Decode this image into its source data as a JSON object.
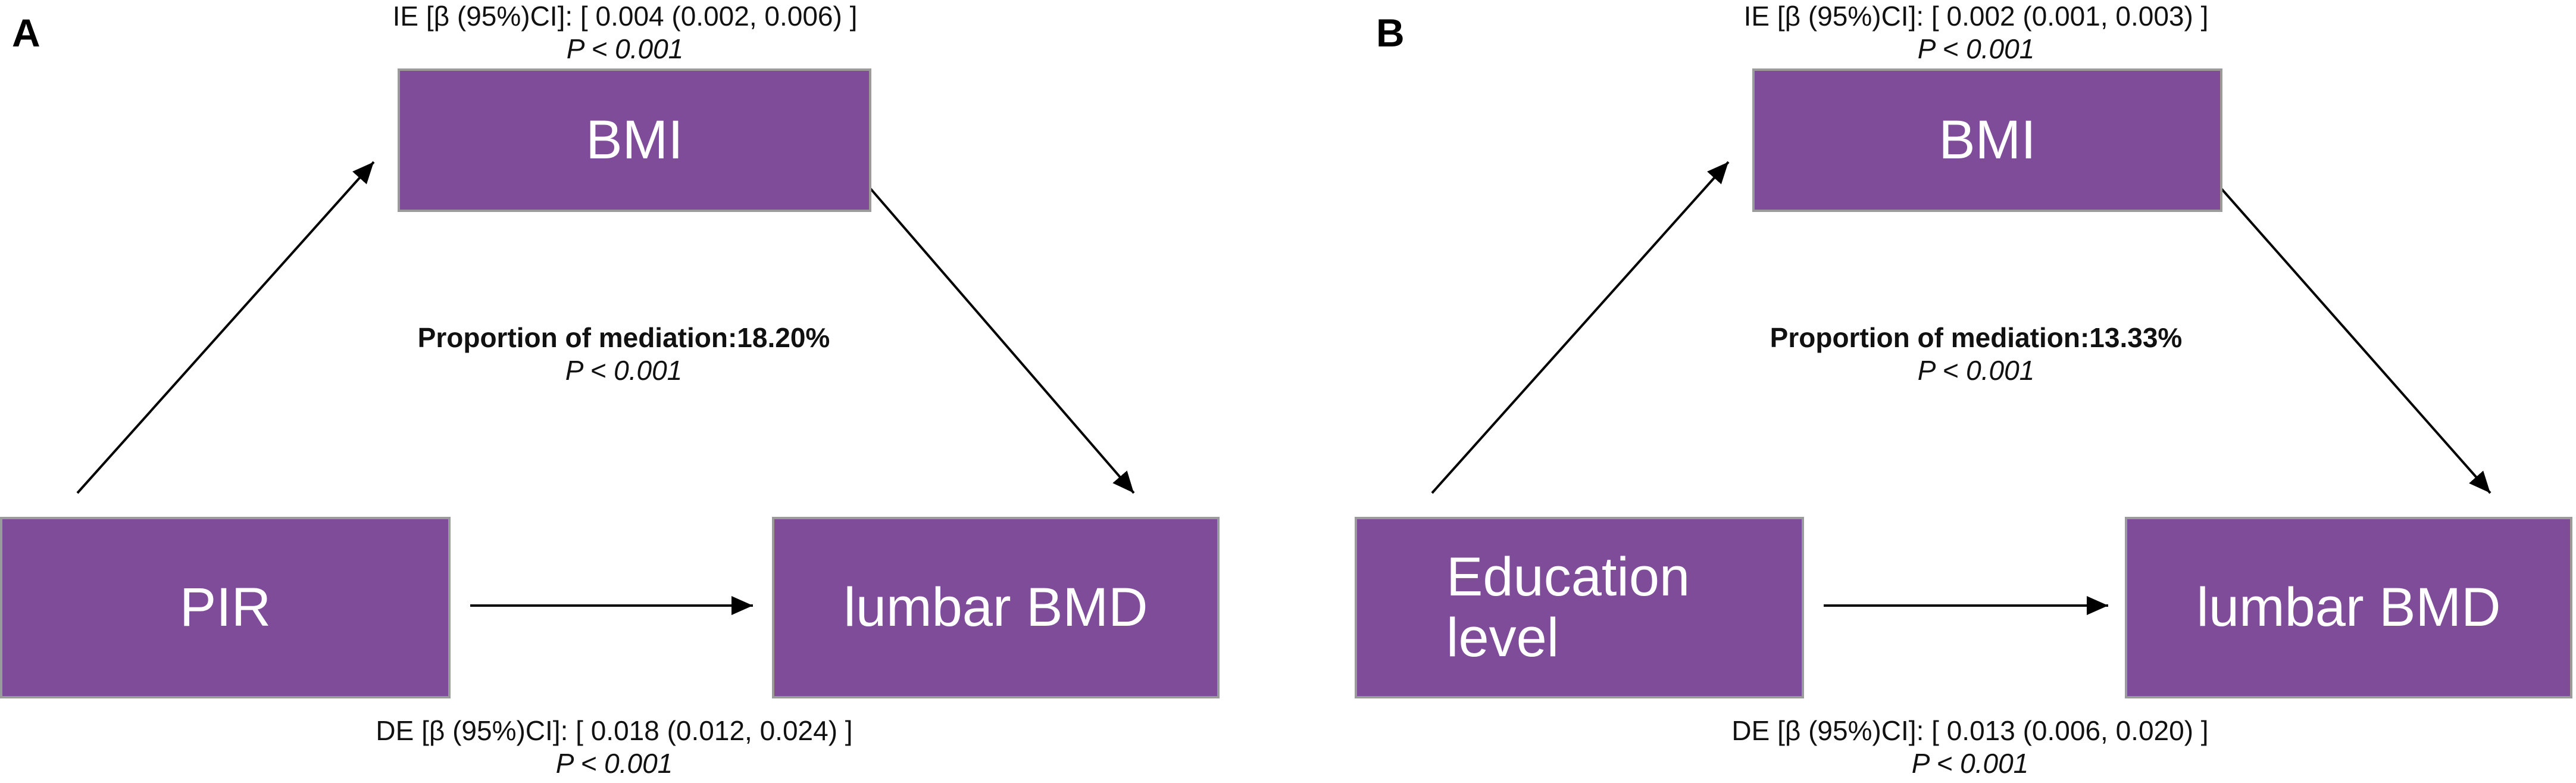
{
  "panels": [
    {
      "letter": "A",
      "mediator": "BMI",
      "exposure": [
        "PIR"
      ],
      "outcome": "lumbar BMD",
      "indirect_effect": "IE [β (95%)CI]: [ 0.004 (0.002, 0.006) ]",
      "indirect_p": "P < 0.001",
      "proportion": "Proportion of mediation:18.20%",
      "proportion_p": "P < 0.001",
      "direct_effect": "DE [β (95%)CI]: [ 0.018 (0.012, 0.024) ]",
      "direct_p": "P < 0.001"
    },
    {
      "letter": "B",
      "mediator": "BMI",
      "exposure": [
        "Education",
        "level"
      ],
      "outcome": "lumbar BMD",
      "indirect_effect": "IE [β (95%)CI]: [ 0.002 (0.001, 0.003) ]",
      "indirect_p": "P < 0.001",
      "proportion": "Proportion of mediation:13.33%",
      "proportion_p": "P < 0.001",
      "direct_effect": "DE [β (95%)CI]: [ 0.013 (0.006, 0.020) ]",
      "direct_p": "P < 0.001"
    }
  ],
  "colors": {
    "box_fill": "#7f4c9a",
    "box_border": "#9b9b9b",
    "box_text": "#ffffff",
    "arrow": "#000000"
  }
}
